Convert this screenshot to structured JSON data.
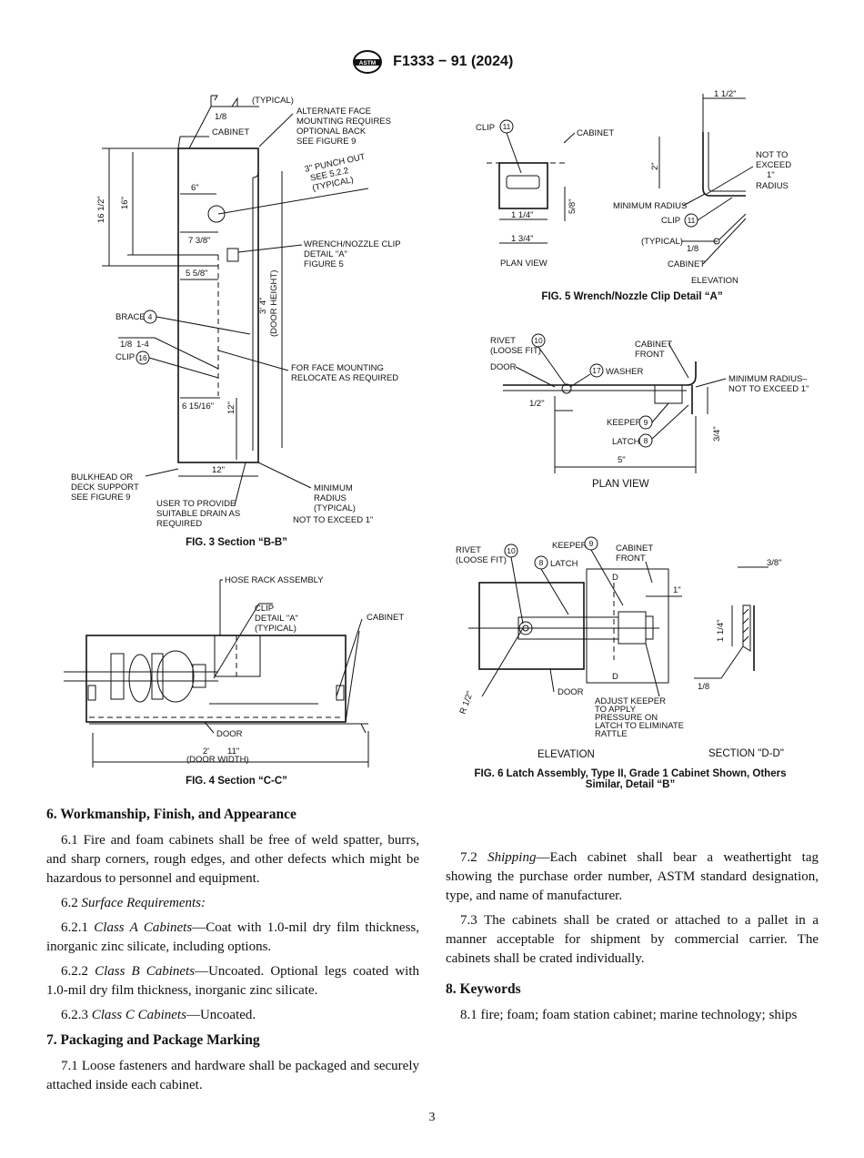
{
  "header": {
    "designation": "F1333 − 91 (2024)"
  },
  "fig3": {
    "caption": "FIG. 3  Section “B-B”",
    "labels": {
      "typical": "(TYPICAL)",
      "eighth": "1/8",
      "cabinet": "CABINET",
      "alt1": "ALTERNATE FACE",
      "alt2": "MOUNTING REQUIRES",
      "alt3": "OPTIONAL BACK",
      "alt4": "SEE FIGURE 9",
      "punch1": "3\" PUNCH OUT",
      "punch2": "SEE 5.2.2",
      "punch3": "(TYPICAL)",
      "d165": "16 1/2\"",
      "d16": "16\"",
      "d6": "6\"",
      "d738": "7 3/8\"",
      "d558": "5 5/8\"",
      "wr1": "WRENCH/NOZZLE CLIP",
      "wr2": "DETAIL \"A\"",
      "wr3": "FIGURE 5",
      "d34": "3' 4\"",
      "doorh": "(DOOR HEIGHT)",
      "brace": "BRACE",
      "brace_n": "4",
      "e14a": "1/8",
      "e14b": "1-4",
      "clip": "CLIP",
      "clip_n": "16",
      "face1": "FOR FACE MOUNTING",
      "face2": "RELOCATE AS REQUIRED",
      "d61516": "6 15/16\"",
      "d12v": "12\"",
      "d12h": "12\"",
      "bulk1": "BULKHEAD OR",
      "bulk2": "DECK SUPPORT",
      "bulk3": "SEE FIGURE 9",
      "user1": "USER TO PROVIDE",
      "user2": "SUITABLE DRAIN AS",
      "user3": "REQUIRED",
      "min1": "MINIMUM",
      "min2": "RADIUS",
      "min3": "(TYPICAL)",
      "min4": "NOT TO EXCEED  1\""
    }
  },
  "fig4": {
    "caption": "FIG. 4  Section “C-C”",
    "labels": {
      "hose": "HOSE RACK ASSEMBLY",
      "clip1": "CLIP",
      "clip2": "DETAIL \"A\"",
      "clip3": "(TYPICAL)",
      "cabinet": "CABINET",
      "door": "DOOR",
      "d2": "2'",
      "d11": "11\"",
      "doorw": "(DOOR  WIDTH)"
    }
  },
  "fig5": {
    "caption": "FIG. 5  Wrench/Nozzle Clip Detail “A”",
    "labels": {
      "clip": "CLIP",
      "clip_n": "11",
      "cabinet": "CABINET",
      "d114": "1 1/4\"",
      "d134": "1 3/4\"",
      "d58": "5/8\"",
      "plan": "PLAN VIEW",
      "d112": "1 1/2\"",
      "d2": "2\"",
      "nte1": "NOT TO",
      "nte2": "EXCEED",
      "nte3": "1\"",
      "nte4": "RADIUS",
      "minr": "MINIMUM RADIUS",
      "clip2": "CLIP",
      "typ": "(TYPICAL)",
      "eighth": "1/8",
      "cab2": "CABINET",
      "elev": "ELEVATION"
    }
  },
  "fig6": {
    "caption1": "FIG. 6  Latch Assembly, Type II, Grade 1 Cabinet Shown, Others",
    "caption2": "Similar, Detail “B”",
    "labels": {
      "rivet": "RIVET",
      "loose": "(LOOSE FIT)",
      "n10": "10",
      "cabfront1": "CABINET",
      "cabfront2": "FRONT",
      "door": "DOOR",
      "n17": "17",
      "washer": "WASHER",
      "minr1": "MINIMUM RADIUS–",
      "minr2": "NOT TO EXCEED 1\"",
      "d12": "1/2\"",
      "keeper": "KEEPER",
      "n9": "9",
      "latch": "LATCH",
      "n8": "8",
      "d34": "3/4\"",
      "d5": "5\"",
      "plan": "PLAN VIEW",
      "rivet2": "RIVET",
      "loose2": "(LOOSE FIT)",
      "keeper2": "KEEPER",
      "latch2": "LATCH",
      "cabfront3": "CABINET",
      "cabfront4": "FRONT",
      "dD": "D",
      "d1": "1\"",
      "d38": "3/8\"",
      "d114": "1 1/4\"",
      "r12": "R 1/2\"",
      "door2": "DOOR",
      "adj1": "ADJUST KEEPER",
      "adj2": "TO APPLY",
      "adj3": "PRESSURE ON",
      "adj4": "LATCH TO ELIMINATE",
      "adj5": "RATTLE",
      "eighth": "1/8",
      "elev": "ELEVATION",
      "secdd": "SECTION \"D-D\""
    }
  },
  "text": {
    "s6_head": "6. Workmanship, Finish, and Appearance",
    "p61": "6.1 Fire and foam cabinets shall be free of weld spatter, burrs, and sharp corners, rough edges, and other defects which might be hazardous to personnel and equipment.",
    "p62_num": "6.2 ",
    "p62_it": "Surface Requirements:",
    "p621_num": "6.2.1 ",
    "p621_it": "Class A Cabinets",
    "p621_rest": "—Coat with 1.0-mil dry film thickness, inorganic zinc silicate, including options.",
    "p622_num": "6.2.2 ",
    "p622_it": "Class B Cabinets",
    "p622_rest": "—Uncoated. Optional legs coated with 1.0-mil dry film thickness, inorganic zinc silicate.",
    "p623_num": "6.2.3 ",
    "p623_it": "Class C Cabinets",
    "p623_rest": "—Uncoated.",
    "s7_head": "7. Packaging and Package Marking",
    "p71": "7.1 Loose fasteners and hardware shall be packaged and securely attached inside each cabinet.",
    "p72_num": "7.2 ",
    "p72_it": "Shipping",
    "p72_rest": "—Each cabinet shall bear a weathertight tag showing the purchase order number, ASTM standard designation, type, and name of manufacturer.",
    "p73": "7.3 The cabinets shall be crated or attached to a pallet in a manner acceptable for shipment by commercial carrier. The cabinets shall be crated individually.",
    "s8_head": "8. Keywords",
    "p81": "8.1 fire; foam; foam station cabinet; marine technology; ships"
  },
  "page_number": "3"
}
